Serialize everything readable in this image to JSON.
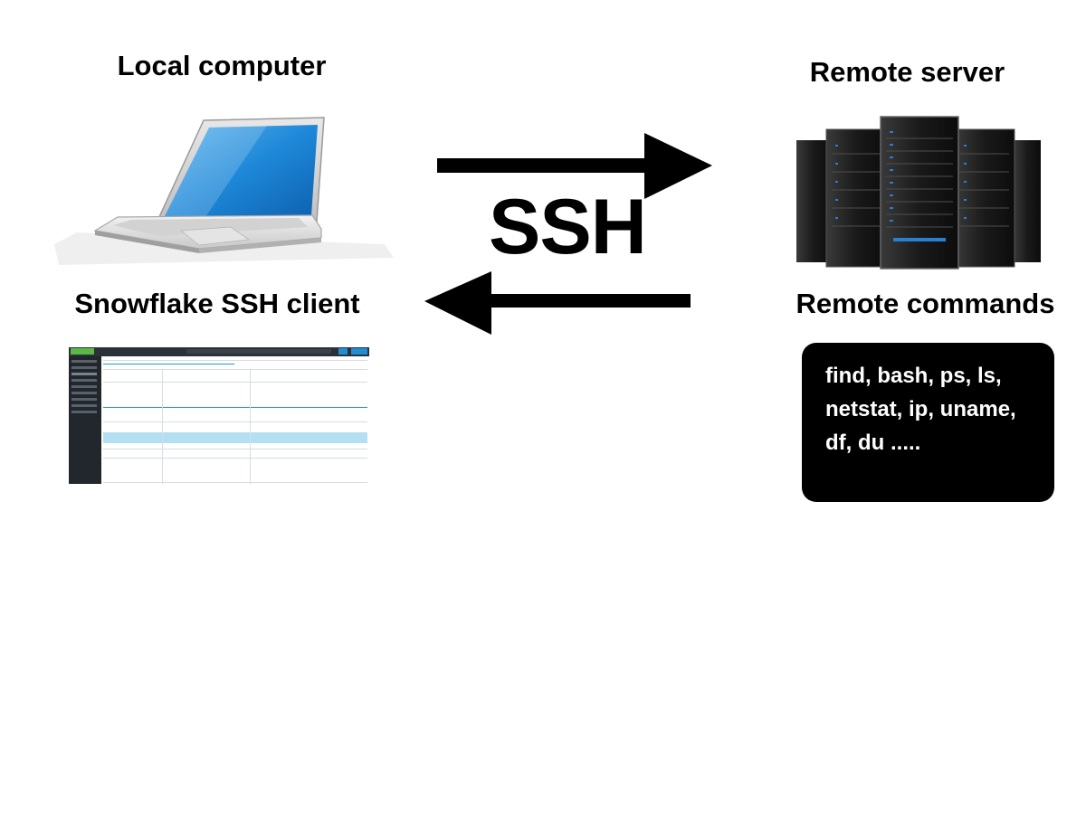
{
  "labels": {
    "local_computer": "Local computer",
    "remote_server": "Remote server",
    "client": "Snowflake SSH client",
    "remote_commands": "Remote commands"
  },
  "connection": {
    "protocol": "SSH"
  },
  "commands": {
    "lines": [
      "find, bash, ps, ls,",
      "netstat, ip, uname,",
      "df, du ....."
    ]
  },
  "icons": {
    "laptop": "laptop-icon",
    "server": "server-rack-icon",
    "arrow_out": "arrow-right-icon",
    "arrow_in": "arrow-left-icon"
  },
  "colors": {
    "text": "#000000",
    "command_box": "#000000",
    "command_text": "#ffffff",
    "laptop_screen": "#1e88d8",
    "server_led": "#2a7fd0"
  }
}
